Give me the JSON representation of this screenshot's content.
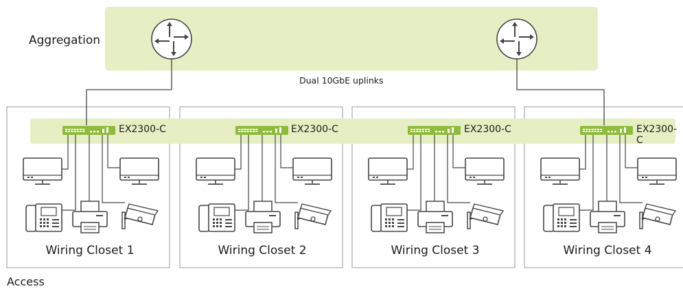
{
  "aggregation": {
    "label": "Aggregation",
    "routers": [
      "router-1",
      "router-2"
    ]
  },
  "uplinks": {
    "label": "Dual 10GbE uplinks"
  },
  "access": {
    "label": "Access"
  },
  "closets": [
    {
      "name": "Wiring Closet 1",
      "switch": "EX2300-C"
    },
    {
      "name": "Wiring Closet 2",
      "switch": "EX2300-C"
    },
    {
      "name": "Wiring Closet 3",
      "switch": "EX2300-C"
    },
    {
      "name": "Wiring Closet 4",
      "switch": "EX2300-C"
    }
  ],
  "colors": {
    "aggregation_band": "#e6efc4",
    "switch_green": "#8dbb3a",
    "line": "#444444",
    "closet_border": "#999999"
  },
  "icons": [
    "router-icon",
    "switch-icon",
    "monitor-icon",
    "phone-icon",
    "printer-icon",
    "camera-icon"
  ]
}
